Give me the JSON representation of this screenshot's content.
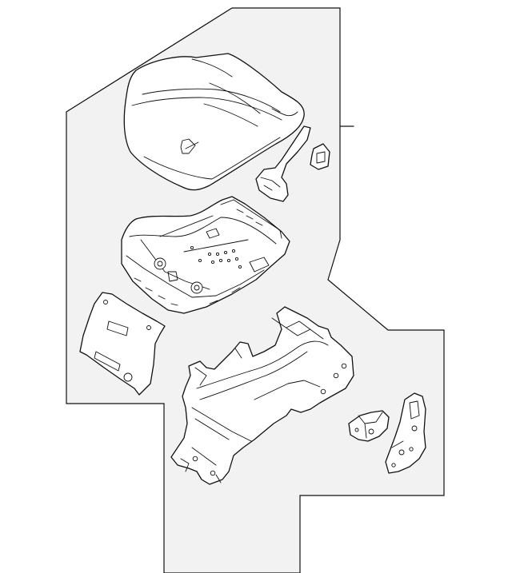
{
  "diagram": {
    "background_color": "#ffffff",
    "panel_fill_color": "#f2f2f2",
    "line_color": "#111111",
    "parts": [
      {
        "id": "seat-cushion-pad"
      },
      {
        "id": "seat-harness-bracket"
      },
      {
        "id": "seat-clip"
      },
      {
        "id": "seat-cushion-frame"
      },
      {
        "id": "side-shield-panel"
      },
      {
        "id": "seat-track-adjuster"
      },
      {
        "id": "motor-block"
      },
      {
        "id": "mounting-bracket"
      }
    ]
  }
}
